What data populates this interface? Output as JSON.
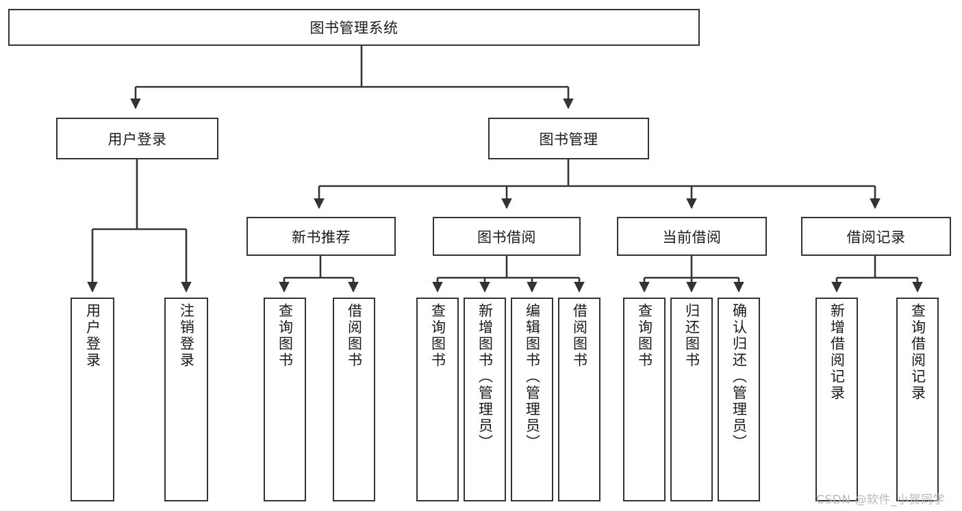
{
  "diagram": {
    "title": "图书管理系统",
    "type": "tree",
    "root": {
      "label": "图书管理系统"
    },
    "level2": [
      {
        "label": "用户登录"
      },
      {
        "label": "图书管理"
      }
    ],
    "level3": [
      {
        "label": "新书推荐"
      },
      {
        "label": "图书借阅"
      },
      {
        "label": "当前借阅"
      },
      {
        "label": "借阅记录"
      }
    ],
    "leaves": {
      "user_login": [
        {
          "label": "用户登录"
        },
        {
          "label": "注销登录"
        }
      ],
      "new_book_recommend": [
        {
          "label": "查询图书"
        },
        {
          "label": "借阅图书"
        }
      ],
      "book_borrow": [
        {
          "label": "查询图书"
        },
        {
          "label": "新增图书（管理员）"
        },
        {
          "label": "编辑图书（管理员）"
        },
        {
          "label": "借阅图书"
        }
      ],
      "current_borrow": [
        {
          "label": "查询图书"
        },
        {
          "label": "归还图书"
        },
        {
          "label": "确认归还（管理员）"
        }
      ],
      "borrow_record": [
        {
          "label": "新增借阅记录"
        },
        {
          "label": "查询借阅记录"
        }
      ]
    }
  },
  "watermark": {
    "text": "CSDN @软件_小贺同学"
  },
  "colors": {
    "stroke": "#333333",
    "fill": "#ffffff",
    "text": "#1a1a1a",
    "watermark": "#b9b9b9"
  }
}
